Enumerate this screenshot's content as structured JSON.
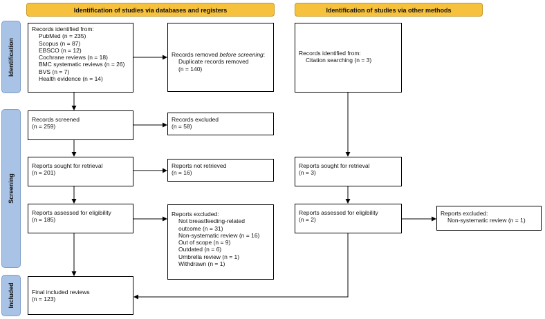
{
  "headers": {
    "databases": "Identification of studies via databases and registers",
    "other": "Identification of studies via other methods"
  },
  "phases": {
    "identification": "Identification",
    "screening": "Screening",
    "included": "Included"
  },
  "boxes": {
    "records_identified": {
      "title": "Records identified from:",
      "items": [
        "PubMed (n = 235)",
        "Scopus (n = 87)",
        "EBSCO (n = 12)",
        "Cochrane reviews (n = 18)",
        "BMC systematic reviews (n = 26)",
        "BVS (n = 7)",
        "Health evidence (n = 14)"
      ]
    },
    "records_removed": {
      "title_prefix": "Records removed ",
      "title_italic": "before screening",
      "title_suffix": ":",
      "item": "Duplicate records removed (n = 140)"
    },
    "records_screened": {
      "line1": "Records screened",
      "line2": "(n = 259)"
    },
    "records_excluded": {
      "line1": "Records excluded",
      "line2": "(n = 58)"
    },
    "reports_sought": {
      "line1": "Reports sought for retrieval",
      "line2": "(n = 201)"
    },
    "reports_not_retrieved": {
      "line1": "Reports not retrieved",
      "line2": "(n = 16)"
    },
    "reports_assessed": {
      "line1": "Reports assessed for eligibility",
      "line2": "(n = 185)"
    },
    "reports_excluded": {
      "title": "Reports excluded:",
      "items": [
        "Not breastfeeding-related",
        "outcome (n = 31)",
        "Non-systematic review (n = 16)",
        "Out of scope (n = 9)",
        "Outdated (n = 6)",
        "Umbrella review (n = 1)",
        "Withdrawn (n = 1)"
      ]
    },
    "final_included": {
      "line1": "Final included reviews",
      "line2": "(n = 123)"
    },
    "other_identified": {
      "line1": "Records identified from:",
      "line2": "Citation searching (n = 3)"
    },
    "other_sought": {
      "line1": "Reports sought for retrieval",
      "line2": "(n = 3)"
    },
    "other_assessed": {
      "line1": "Reports assessed for eligibility",
      "line2": "(n = 2)"
    },
    "other_excluded": {
      "line1": "Reports excluded:",
      "line2": "Non-systematic review (n = 1)"
    }
  },
  "colors": {
    "header_fill": "#f6c13c",
    "phase_fill": "#a9c3e6",
    "line": "#000000"
  }
}
